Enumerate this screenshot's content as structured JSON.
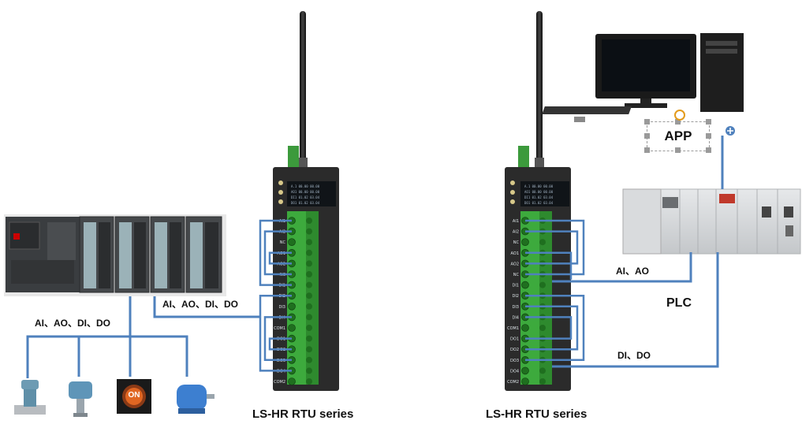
{
  "left_system": {
    "field_signals_label": "AI、AO、DI、DO",
    "rtu_signals_label": "AI、AO、DI、DO",
    "rtu_caption": "LS-HR RTU series",
    "field_devices": [
      "flow-meter",
      "pressure-transmitter",
      "on-switch",
      "electric-motor"
    ],
    "on_button_text": "ON"
  },
  "right_system": {
    "rtu_caption": "LS-HR RTU series",
    "ai_ao_label": "AI、AO",
    "di_do_label": "DI、DO",
    "plc_label": "PLC",
    "app_label": "APP"
  },
  "rtu_terminals": [
    "AI1",
    "AI2",
    "NC",
    "AO1",
    "AO2",
    "NC",
    "DI1",
    "DI2",
    "DI3",
    "DI4",
    "COM1",
    "DO1",
    "DO2",
    "DO3",
    "DO4",
    "COM2"
  ],
  "rtu_screen_lines": [
    "A.1  00.00  00.00",
    "AO1  00.00  00.00",
    "DI1  01.02  03.04",
    "DO1  01.02  03.04"
  ],
  "colors": {
    "wire": "#4f81bd",
    "rtu_body": "#2b2b2b",
    "terminal": "#3daa3d",
    "plc_body": "#d4d6d8"
  }
}
